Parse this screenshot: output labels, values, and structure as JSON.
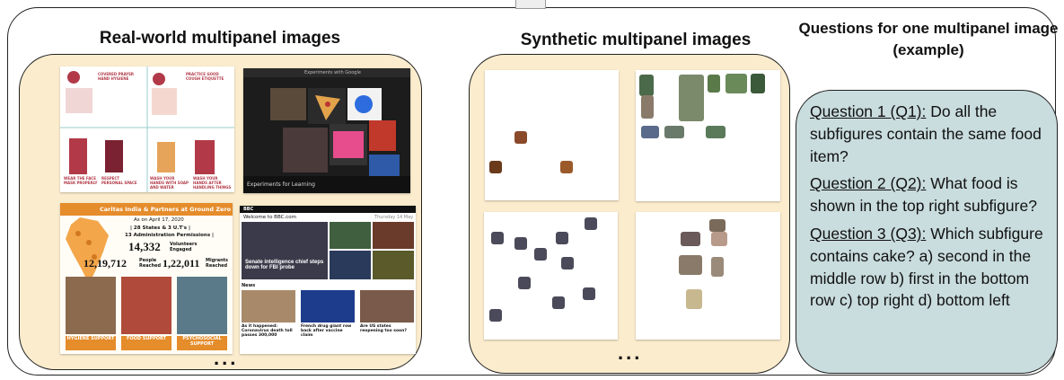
{
  "headings": {
    "real": "Real-world multipanel images",
    "synthetic": "Synthetic multipanel images",
    "questions": "Questions for one multipanel image (example)"
  },
  "ellipsis": "...",
  "questions": [
    {
      "label": "Question 1 (Q1):",
      "text": " Do all the subfigures contain the same food item?"
    },
    {
      "label": "Question 2 (Q2):",
      "text": " What food is shown in the top right subfigure?"
    },
    {
      "label": "Question 3 (Q3):",
      "text": " Which subfigure contains cake? a) second in the middle row b) first in the bottom row c) top right d) bottom left"
    }
  ],
  "real_images": {
    "hygiene": {
      "labels": [
        "COVERED PRAYER HAND HYGIENE",
        "PRACTICE GOOD COUGH ETIQUETTE",
        "WEAR THE FACE MASK PROPERLY",
        "RESPECT PERSONAL SPACE",
        "WASH YOUR HANDS WITH SOAP AND WATER",
        "WASH YOUR HANDS AFTER HANDLING THINGS"
      ]
    },
    "experiments": {
      "top_text": "Experiments with Google",
      "bottom_text": "Experiments for Learning"
    },
    "caritas": {
      "title": "Caritas India & Partners at Ground Zero",
      "date": "As on April 17, 2020",
      "states": "| 28 States & 3 U.T's |",
      "permissions": "13 Administration Permissions |",
      "volunteers_value": "14,332",
      "volunteers_label": "Volunteers Engaged",
      "people_value": "12,19,712",
      "people_label": "People Reached",
      "migrants_value": "1,22,011",
      "migrants_label": "Migrants Reached",
      "supports": [
        "HYGIENE SUPPORT",
        "FOOD SUPPORT",
        "PSYCHOSOCIAL SUPPORT"
      ]
    },
    "bbc": {
      "logo": "BBC",
      "welcome": "Welcome to BBC.com",
      "date": "Thursday 14 May",
      "headline": "Senate intelligence chief steps down for FBI probe",
      "section": "News",
      "stories": [
        "As it happened: Coronavirus death toll passes 300,000",
        "French drug giant row back after vaccine claim",
        "Are US states reopening too soon?"
      ]
    }
  }
}
